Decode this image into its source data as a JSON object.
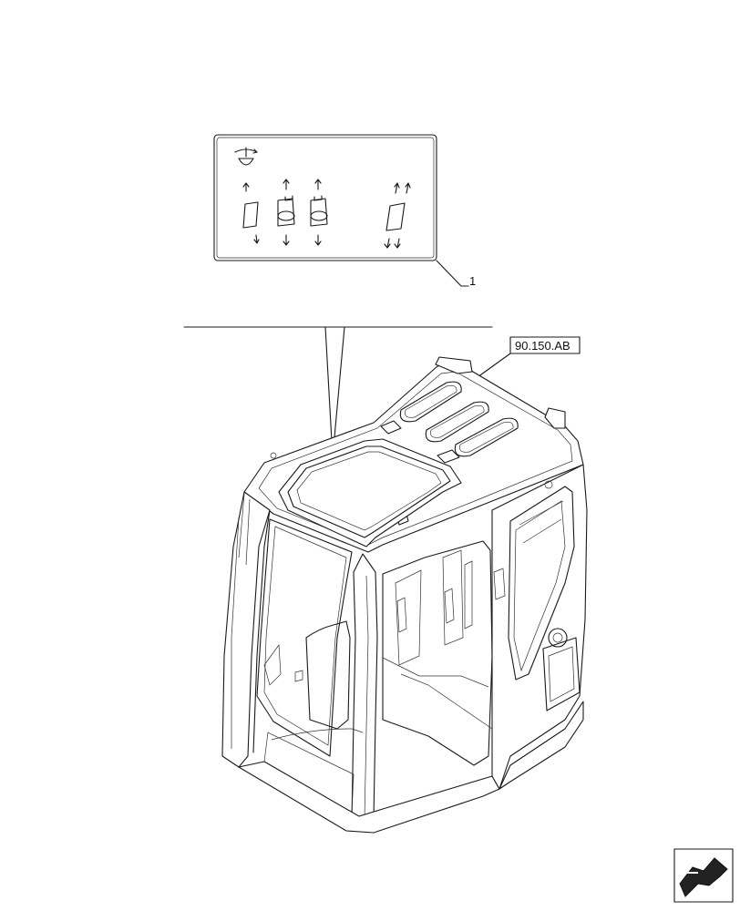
{
  "decal": {
    "callout_number": "1",
    "icon_rotate_name": "rotate-swing-icon",
    "switch_groups": [
      {
        "name": "switch-plain-single",
        "arrows": "single"
      },
      {
        "name": "switch-tab-ellipse",
        "arrows": "single"
      },
      {
        "name": "switch-tab-ellipse",
        "arrows": "single"
      },
      {
        "name": "switch-plain-double",
        "arrows": "double"
      }
    ]
  },
  "reference": {
    "label": "90.150.AB"
  },
  "nav_icon": {
    "name": "previous-page-arrow-icon"
  }
}
